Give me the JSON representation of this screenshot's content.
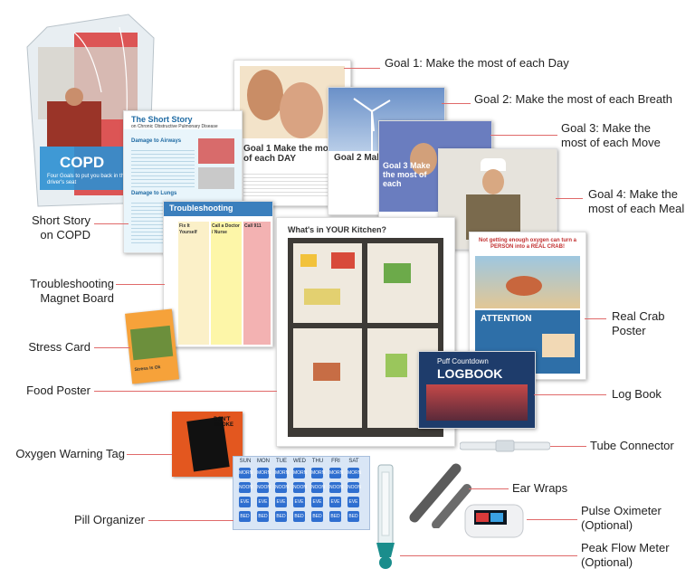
{
  "labels": {
    "goal1": "Goal 1: Make the most of each Day",
    "goal2": "Goal 2: Make the most of each Breath",
    "goal3_l1": "Goal 3: Make the",
    "goal3_l2": "most of each Move",
    "goal4_l1": "Goal 4: Make the",
    "goal4_l2": "most of each Meal",
    "short_story_l1": "Short Story",
    "short_story_l2": "on COPD",
    "trouble_l1": "Troubleshooting",
    "trouble_l2": "Magnet Board",
    "stress_card": "Stress Card",
    "food_poster": "Food Poster",
    "oxygen_tag": "Oxygen Warning Tag",
    "pill_organizer": "Pill Organizer",
    "crab_l1": "Real Crab",
    "crab_l2": "Poster",
    "log_book": "Log Book",
    "tube_connector": "Tube Connector",
    "ear_wraps": "Ear Wraps",
    "pulse_l1": "Pulse Oximeter",
    "pulse_l2": "(Optional)",
    "peak_l1": "Peak Flow Meter",
    "peak_l2": "(Optional)"
  },
  "items": {
    "bag_title": "COPD",
    "bag_subtitle": "Four Goals to put you back in the driver's seat",
    "short_story_title": "The Short Story",
    "short_story_sub": "on Chronic Obstructive Pulmonary Disease",
    "short_story_h1": "Damage to Airways",
    "short_story_h2": "Damage to Lungs",
    "trouble_title": "Troubleshooting",
    "trouble_col1": "Fix It Yourself",
    "trouble_col2": "Call a Doctor / Nurse",
    "trouble_col3": "Call 911",
    "goal1_title": "Goal 1 Make the most of each DAY",
    "goal3_title": "Goal 3 Make the most of each",
    "goal2_title": "Goal 2 Make",
    "food_title": "What's in YOUR Kitchen?",
    "crab_head": "Not getting enough oxygen can turn a PERSON into a REAL CRAB!",
    "crab_attention": "ATTENTION",
    "logbook_title": "Puff Countdown",
    "logbook_title2": "LOGBOOK",
    "stress_text": "Stress Is Ok",
    "tag_text": "DON'T SMOKE",
    "pill_days": [
      "SUN",
      "MON",
      "TUE",
      "WED",
      "THU",
      "FRI",
      "SAT"
    ],
    "pill_rows": [
      "MORN",
      "NOON",
      "EVE",
      "BED"
    ]
  },
  "colors": {
    "leader_line": "#e06a6a",
    "pill_blue": "#2f6fd0",
    "short_story_bg": "#3aa0c8",
    "food_header": "#f4f4f4"
  }
}
